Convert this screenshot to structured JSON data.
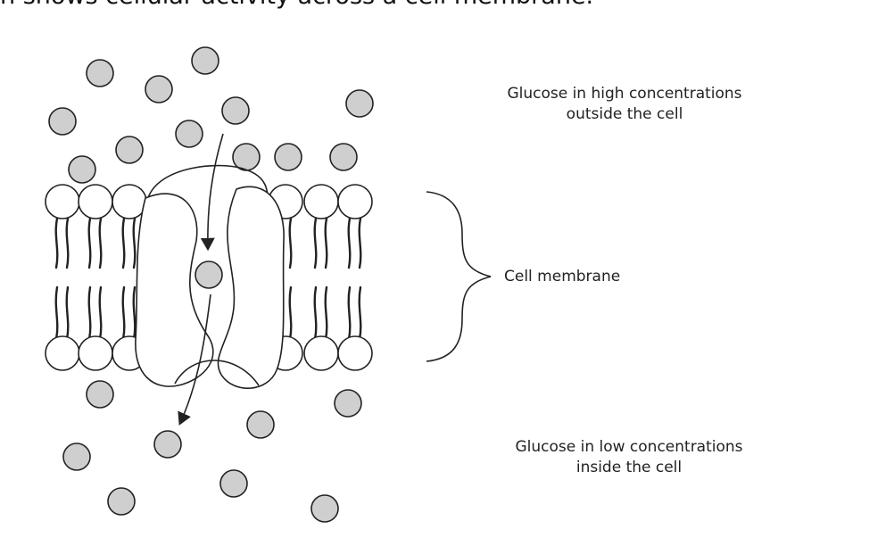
{
  "header": {
    "text": "n shows cellular activity across a cell membrane."
  },
  "labels": {
    "glucose_high_line1": "Glucose in high concentrations",
    "glucose_high_line2": "outside the cell",
    "cell_membrane": "Cell membrane",
    "glucose_low_line1": "Glucose in low concentrations",
    "glucose_low_line2": "inside the cell"
  },
  "colors": {
    "glucose_fill": "#cfcfcf",
    "outline": "#222222",
    "background": "#ffffff"
  }
}
